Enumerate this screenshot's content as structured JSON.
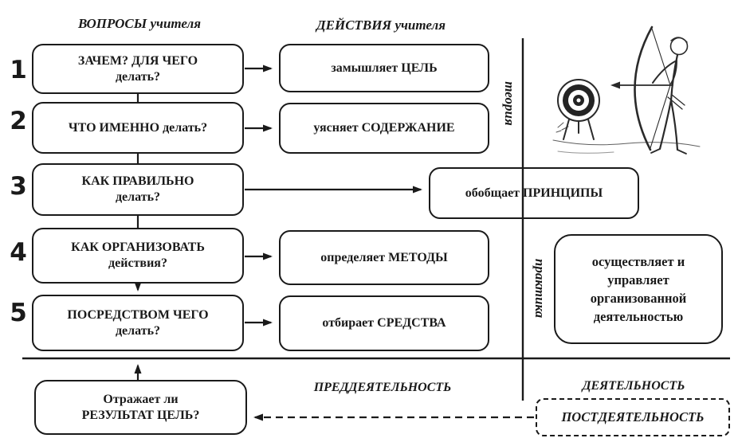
{
  "columns": {
    "questions_header": "ВОПРОСЫ учителя",
    "actions_header": "ДЕЙСТВИЯ учителя"
  },
  "rows": [
    {
      "num": "1",
      "question": "ЗАЧЕМ? ДЛЯ ЧЕГО\nделать?",
      "action": "замышляет ЦЕЛЬ"
    },
    {
      "num": "2",
      "question": "ЧТО ИМЕННО делать?",
      "action": "уясняет СОДЕРЖАНИЕ"
    },
    {
      "num": "3",
      "question": "КАК ПРАВИЛЬНО\nделать?",
      "action": "обобщает ПРИНЦИПЫ"
    },
    {
      "num": "4",
      "question": "КАК ОРГАНИЗОВАТЬ\nдействия?",
      "action": "определяет МЕТОДЫ"
    },
    {
      "num": "5",
      "question": "ПОСРЕДСТВОМ ЧЕГО\nделать?",
      "action": "отбирает СРЕДСТВА"
    }
  ],
  "side_labels": {
    "theory": "теория",
    "practice": "практика"
  },
  "practice_box": {
    "text": "осуществляет и\nуправляет\nорганизованной\nдеятельностью"
  },
  "phases": {
    "pre": "ПРЕДДЕЯТЕЛЬНОСТЬ",
    "during": "ДЕЯТЕЛЬНОСТЬ",
    "post": "ПОСТДЕЯТЕЛЬНОСТЬ"
  },
  "feedback": {
    "text": "Отражает ли\nРЕЗУЛЬТАТ ЦЕЛЬ?"
  },
  "illustration": {
    "name": "archer-shooting-at-target"
  },
  "colors": {
    "ink": "#1a1a1a",
    "paper": "#ffffff"
  }
}
